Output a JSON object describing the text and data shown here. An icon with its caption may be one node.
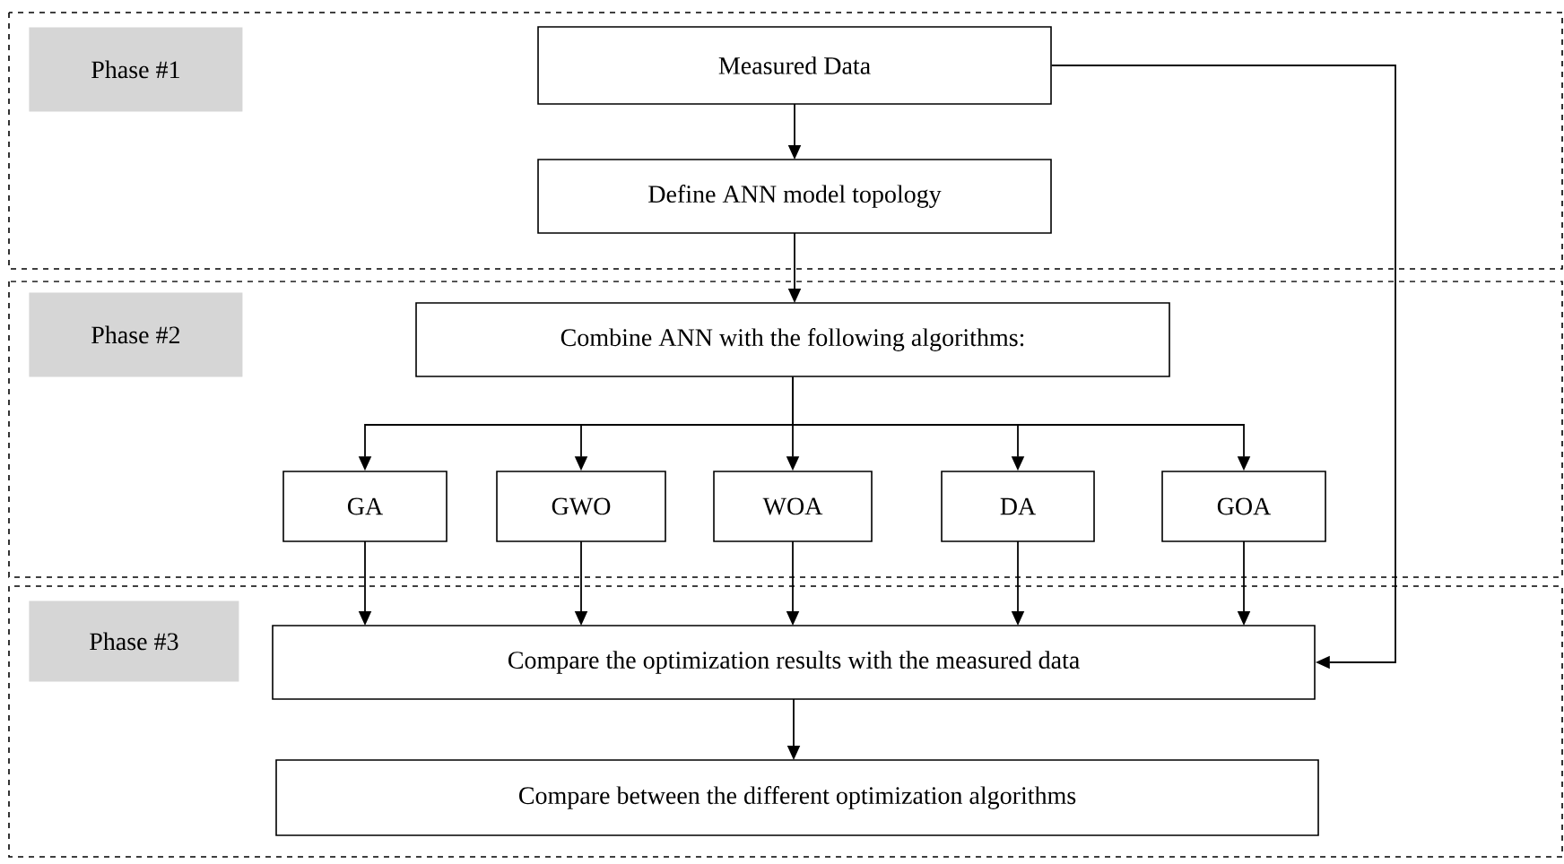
{
  "diagram": {
    "nodes": [
      {
        "text": [
          "Phase #1"
        ]
      },
      {
        "text": [
          "Measured Data"
        ],
        "in": 0
      },
      {
        "text": [
          "Define ANN model topology"
        ],
        "in": 0
      },
      {
        "text": [
          "Phase #2"
        ]
      },
      {
        "text": [
          "Combine ANN with the following algorithms:"
        ],
        "in": 3
      },
      {
        "text": [
          "GA"
        ],
        "in": 3
      },
      {
        "text": [
          "GWO"
        ],
        "in": 3
      },
      {
        "text": [
          "WOA"
        ],
        "in": 3
      },
      {
        "text": [
          "DA"
        ],
        "in": 3
      },
      {
        "text": [
          "GOA"
        ],
        "in": 3
      },
      {
        "text": [
          "Phase #3"
        ]
      },
      {
        "text": [
          "Compare the optimization results with the measured data"
        ],
        "in": 10
      },
      {
        "text": [
          "Compare between the different optimization algorithms"
        ],
        "in": 10
      }
    ],
    "edges": [
      {
        "from": 1,
        "to": 2,
        "arrow": "to"
      },
      {
        "from": 2,
        "to": 4,
        "arrow": "to"
      },
      {
        "from": 4,
        "to": 5,
        "arrow": "to"
      },
      {
        "from": 4,
        "to": 6,
        "arrow": "to"
      },
      {
        "from": 4,
        "to": 7,
        "arrow": "to"
      },
      {
        "from": 4,
        "to": 8,
        "arrow": "to"
      },
      {
        "from": 4,
        "to": 9,
        "arrow": "to"
      },
      {
        "from": 5,
        "to": 11,
        "arrow": "to"
      },
      {
        "from": 6,
        "to": 11,
        "arrow": "to"
      },
      {
        "from": 7,
        "to": 11,
        "arrow": "to"
      },
      {
        "from": 8,
        "to": 11,
        "arrow": "to"
      },
      {
        "from": 9,
        "to": 11,
        "arrow": "to"
      },
      {
        "from": 1,
        "to": 11,
        "arrow": "to"
      },
      {
        "from": 11,
        "to": 12,
        "arrow": "to"
      }
    ]
  }
}
